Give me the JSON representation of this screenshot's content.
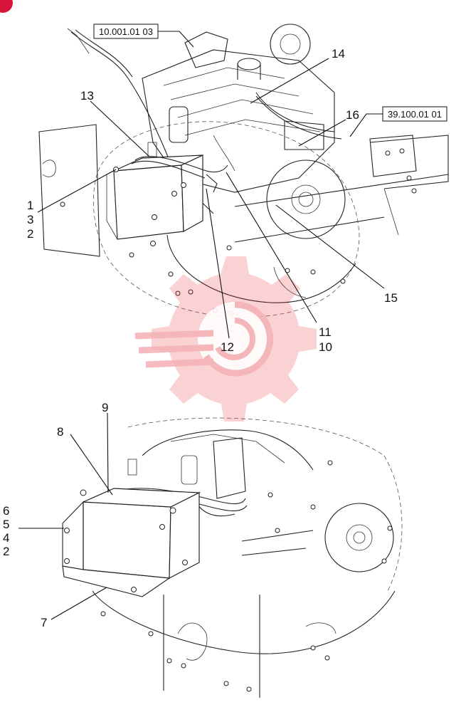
{
  "reference_boxes": {
    "top_left": "10.001.01 03",
    "top_right": "39.100.01 01"
  },
  "callouts": {
    "c1": "1",
    "c3": "3",
    "c2_top": "2",
    "c13": "13",
    "c14": "14",
    "c16": "16",
    "c15": "15",
    "c11": "11",
    "c10": "10",
    "c12": "12",
    "c9": "9",
    "c8": "8",
    "c6": "6",
    "c5": "5",
    "c4": "4",
    "c2_bottom": "2",
    "c7": "7"
  },
  "colors": {
    "watermark": "#e8323c",
    "corner_badge": "#d9143a"
  },
  "icons": {
    "watermark": "gear-logo-icon",
    "corner": "corner-badge-icon"
  }
}
